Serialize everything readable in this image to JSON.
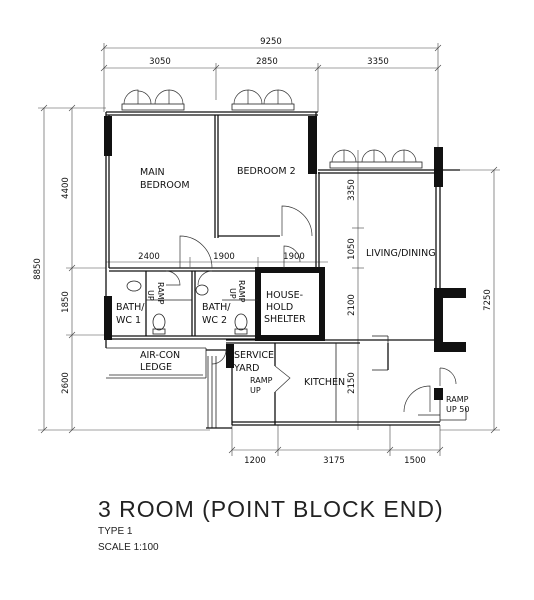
{
  "plan": {
    "rooms": {
      "main_bedroom": [
        "MAIN",
        "BEDROOM"
      ],
      "bedroom_2": "BEDROOM 2",
      "living_dining": "LIVING/DINING",
      "bath_wc_1": [
        "BATH/",
        "WC 1"
      ],
      "bath_wc_2": [
        "BATH/",
        "WC 2"
      ],
      "household_shelter": [
        "HOUSE-",
        "HOLD",
        "SHELTER"
      ],
      "aircon_ledge": [
        "AIR-CON",
        "LEDGE"
      ],
      "service_yard": [
        "SERVICE",
        "YARD"
      ],
      "kitchen": "KITCHEN"
    },
    "ramps": {
      "ramp_up": [
        "RAMP",
        "UP"
      ],
      "ramp_up_50": [
        "RAMP",
        "UP 50"
      ]
    },
    "dimensions": {
      "overall_width": "9250",
      "top_1": "3050",
      "top_2": "2850",
      "top_3": "3350",
      "left_overall": "8850",
      "left_1": "4400",
      "left_2": "1850",
      "left_3": "2600",
      "inner_h_1": "2400",
      "inner_h_2": "1900",
      "inner_h_3": "1900",
      "inner_v_1": "3350",
      "inner_v_2": "1050",
      "inner_v_3": "2100",
      "inner_v_4": "2150",
      "right_overall": "7250",
      "bottom_1": "1200",
      "bottom_2": "3175",
      "bottom_3": "1500"
    }
  },
  "title": "3 ROOM (POINT BLOCK END)",
  "type_label": "TYPE 1",
  "scale_label": "SCALE  1:100"
}
